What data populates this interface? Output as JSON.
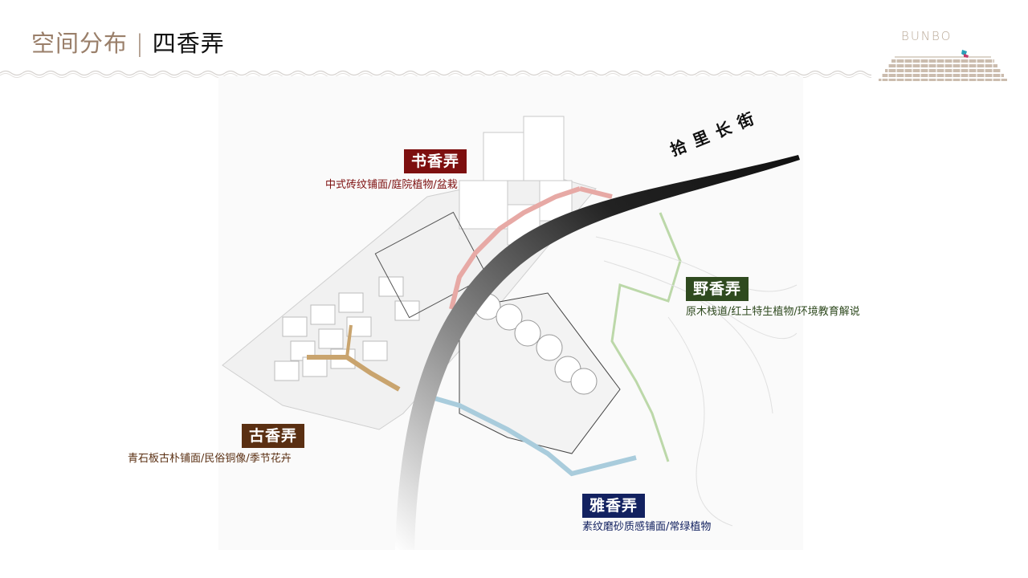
{
  "header": {
    "section": "空间分布",
    "separator": "|",
    "title": "四香弄"
  },
  "logo": {
    "text": "BUNBO",
    "icon": "tiled-roof-with-bird-icon",
    "color": "#b9a896"
  },
  "map": {
    "street_label": "拾里长街",
    "zones": [
      {
        "id": "shu",
        "name": "书香弄",
        "desc": "中式砖纹铺面/庭院植物/盆栽",
        "color": "#7d0f0f",
        "text_color": "#7d0f0f"
      },
      {
        "id": "ye",
        "name": "野香弄",
        "desc": "原木栈道/红土特生植物/环境教育解说",
        "color": "#2f4a1f",
        "text_color": "#2f4a1f"
      },
      {
        "id": "gu",
        "name": "古香弄",
        "desc": "青石板古朴铺面/民俗铜像/季节花卉",
        "color": "#5a2f12",
        "text_color": "#5a2f12"
      },
      {
        "id": "ya",
        "name": "雅香弄",
        "desc": "素纹磨砂质感铺面/常绿植物",
        "color": "#122160",
        "text_color": "#122160"
      }
    ]
  },
  "colors": {
    "title_accent": "#9a7f6a",
    "path_shu": "#e7a9a5",
    "path_gu": "#c9a46e",
    "path_ya": "#a9ccdc",
    "path_ye": "#bcd8a9"
  }
}
